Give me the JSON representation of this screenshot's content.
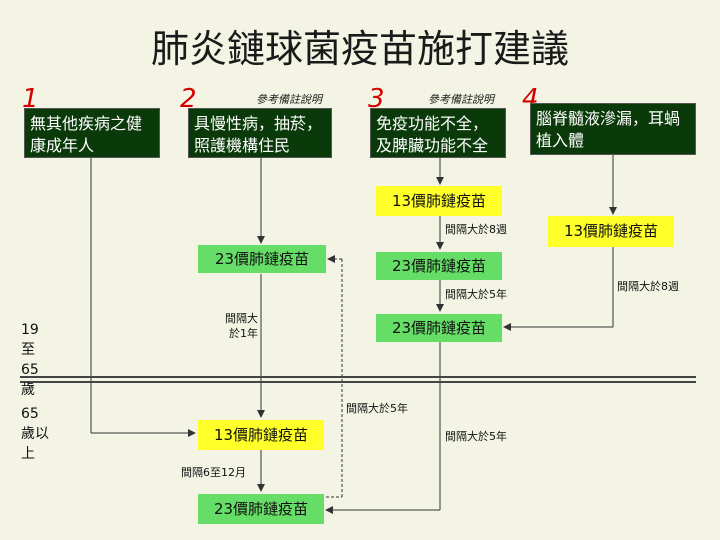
{
  "title": "肺炎鏈球菌疫苗施打建議",
  "groups": [
    {
      "num": "1",
      "text": "無其他疾病之健康成年人"
    },
    {
      "num": "2",
      "text": "具慢性病，抽菸，照護機構住民"
    },
    {
      "num": "3",
      "text": "免疫功能不全，及脾臟功能不全"
    },
    {
      "num": "4",
      "text": "腦脊髓液滲漏，耳蝸植入體"
    }
  ],
  "notes": {
    "ref1": "參考備註說明",
    "ref2": "參考備註說明"
  },
  "vaccines": {
    "g2_23": "23價肺鏈疫苗",
    "g3_13": "13價肺鏈疫苗",
    "g3_23": "23價肺鏈疫苗",
    "g3_23b": "23價肺鏈疫苗",
    "g4_13": "13價肺鏈疫苗",
    "old_13": "13價肺鏈疫苗",
    "old_23": "23價肺鏈疫苗"
  },
  "intervals": {
    "g2_1yr": "間隔大於1年",
    "g3_8w": "間隔大於8週",
    "g3_5y": "間隔大於5年",
    "g4_8w": "間隔大於8週",
    "dash_5y": "間隔大於5年",
    "g3_5y_b": "間隔大於5年",
    "m6_12": "間隔6至12月"
  },
  "ages": {
    "young": "19至65歲",
    "old": "65歲以上"
  },
  "colors": {
    "dark_box": "#0a3a0a",
    "yellow": "#ffff29",
    "green": "#66dd66",
    "number": "#d40000"
  }
}
